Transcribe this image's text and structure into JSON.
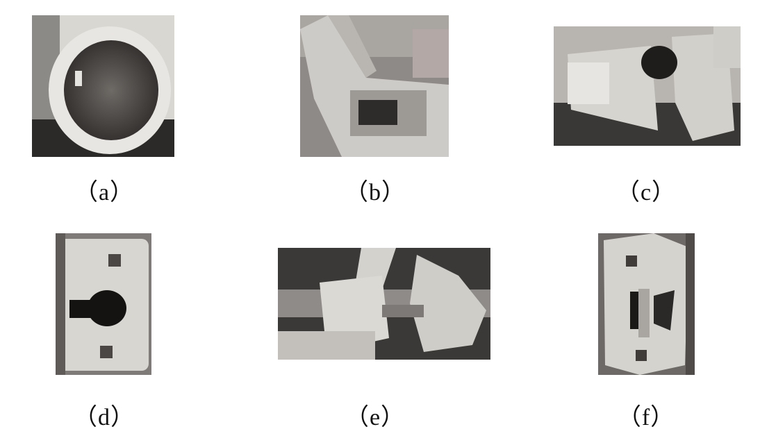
{
  "panels": [
    {
      "label": "（a）",
      "subject": "round pipe end"
    },
    {
      "label": "（b）",
      "subject": "wedge clip"
    },
    {
      "label": "（c）",
      "subject": "clamp with hole"
    },
    {
      "label": "（d）",
      "subject": "keyhole plate"
    },
    {
      "label": "（e）",
      "subject": "coupler side view"
    },
    {
      "label": "（f）",
      "subject": "bracket with bolt holes"
    }
  ]
}
